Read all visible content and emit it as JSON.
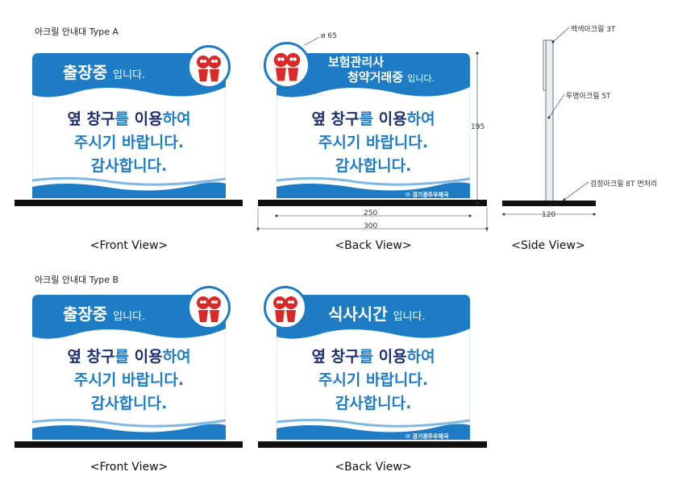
{
  "type_a_title": "아크릴 안내대 Type A",
  "type_b_title": "아크릴 안내대 Type B",
  "captions": {
    "front": "<Front View>",
    "back": "<Back View>",
    "side": "<Side View>"
  },
  "sign_common": {
    "body_line1_a": "옆 ",
    "body_line1_b": "창구",
    "body_line1_c": "를 ",
    "body_line1_d": "이용",
    "body_line1_e": "하여",
    "body_line2": "주시기 바랍니다.",
    "body_line3": "감사합니다.",
    "brand": "경기광주우체국"
  },
  "signs": {
    "a_front": {
      "main": "출장중",
      "suffix": "입니다."
    },
    "a_back": {
      "line1": "보험관리사",
      "line2": "청약거래중",
      "suffix": "입니다."
    },
    "b_front": {
      "main": "출장중",
      "suffix": "입니다."
    },
    "b_back": {
      "main": "식사시간",
      "suffix": "입니다."
    }
  },
  "dimensions": {
    "logo_diameter": "ø 65",
    "height": "195",
    "inner_width": "250",
    "outer_width": "300",
    "side_width": "120"
  },
  "side_labels": {
    "top": "백색아크릴 3T",
    "middle": "투명아크릴 5T",
    "base": "검정아크릴 8T 면처리"
  },
  "colors": {
    "blue": "#1e7cc4",
    "navy": "#1c2f6e",
    "base": "#111111"
  },
  "icons": {
    "logo": "mascot-logo-icon",
    "brand": "post-office-logo-icon"
  }
}
